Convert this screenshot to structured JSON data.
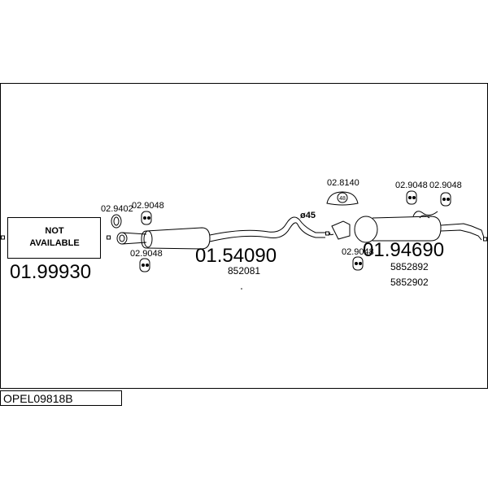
{
  "diagram": {
    "code": "OPEL09818B",
    "not_available_line1": "NOT",
    "not_available_line2": "AVAILABLE",
    "parts": {
      "front": {
        "number": "01.99930"
      },
      "middle": {
        "number": "01.54090",
        "oe": "852081"
      },
      "rear": {
        "number": "01.94690",
        "oe1": "5852892",
        "oe2": "5852902"
      }
    },
    "fittings": {
      "clamp_front": "02.9402",
      "hanger_front_top": "02.9048",
      "hanger_front_bottom": "02.9048",
      "gasket_label": "02.8140",
      "gasket_badge": "48",
      "hanger_rear_bottom": "02.9048",
      "hanger_rear_top1": "02.9048",
      "hanger_rear_top2": "02.9048",
      "pipe_diameter": "ø45"
    },
    "colors": {
      "line": "#000000",
      "background": "#ffffff"
    }
  }
}
